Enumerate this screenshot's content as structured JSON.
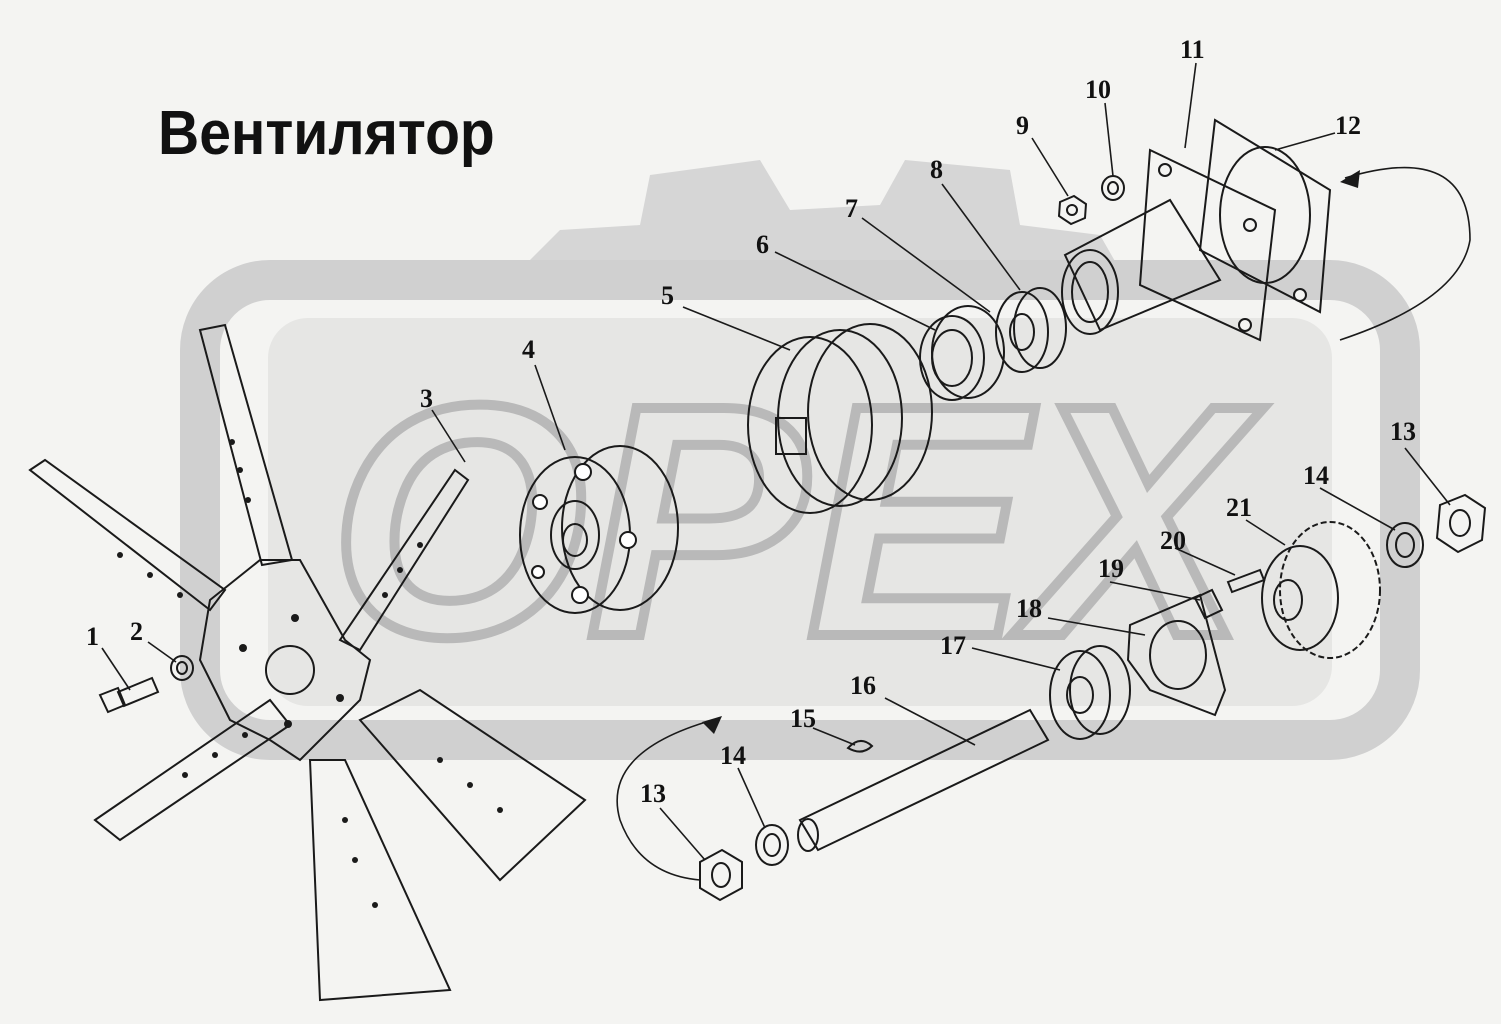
{
  "title": "Вентилятор",
  "watermark": {
    "text": "OPEX",
    "color": "#c8c8c8"
  },
  "labels": [
    {
      "id": "l1",
      "text": "1"
    },
    {
      "id": "l2",
      "text": "2"
    },
    {
      "id": "l3",
      "text": "3"
    },
    {
      "id": "l4",
      "text": "4"
    },
    {
      "id": "l5",
      "text": "5"
    },
    {
      "id": "l6",
      "text": "6"
    },
    {
      "id": "l7",
      "text": "7"
    },
    {
      "id": "l8",
      "text": "8"
    },
    {
      "id": "l9",
      "text": "9"
    },
    {
      "id": "l10",
      "text": "10"
    },
    {
      "id": "l11",
      "text": "11"
    },
    {
      "id": "l12",
      "text": "12"
    },
    {
      "id": "l13a",
      "text": "13"
    },
    {
      "id": "l14a",
      "text": "14"
    },
    {
      "id": "l13b",
      "text": "13"
    },
    {
      "id": "l14b",
      "text": "14"
    },
    {
      "id": "l15",
      "text": "15"
    },
    {
      "id": "l16",
      "text": "16"
    },
    {
      "id": "l17",
      "text": "17"
    },
    {
      "id": "l18",
      "text": "18"
    },
    {
      "id": "l19",
      "text": "19"
    },
    {
      "id": "l20",
      "text": "20"
    },
    {
      "id": "l21",
      "text": "21"
    }
  ]
}
